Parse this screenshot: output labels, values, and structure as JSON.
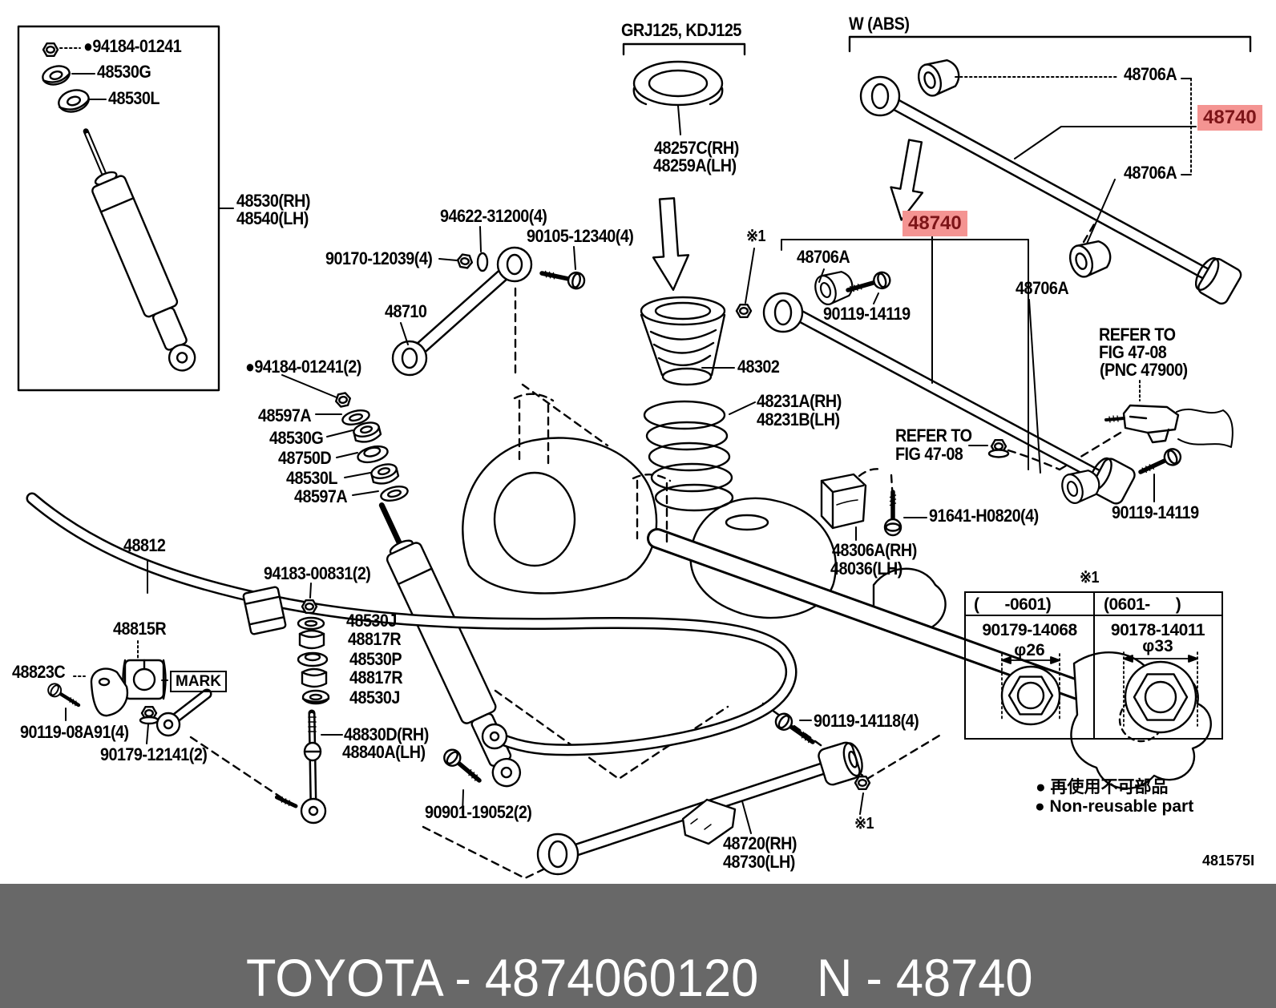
{
  "colors": {
    "highlight_bg": "#f49492",
    "highlight_fg": "#7d1518",
    "footer_bg": "#686868",
    "footer_fg": "#ffffff",
    "line": "#000000"
  },
  "footer": {
    "brand_part": "TOYOTA - 4874060120",
    "catalog_part": "N - 48740"
  },
  "diagram_code": "481575I",
  "legend": {
    "jp": "● 再使用不可部品",
    "en": "● Non-reusable part"
  },
  "callouts": {
    "inset_nut": "●94184-01241",
    "inset_cushion_1": "48530G",
    "inset_cushion_2": "48530L",
    "shock_rh": "48530(RH)",
    "shock_lh": "48540(LH)",
    "variant": "GRJ125, KDJ125",
    "seat_rh": "48257C(RH)",
    "seat_lh": "48259A(LH)",
    "arm_washer": "94622-31200(4)",
    "arm_bolt": "90105-12340(4)",
    "arm_nut": "90170-12039(4)",
    "upper_arm": "48710",
    "mount_nut": "●94184-01241(2)",
    "mount_retainer_u": "48597A",
    "mount_cushion_u": "48530G",
    "mount_retainer_m": "48750D",
    "mount_cushion_l": "48530L",
    "mount_retainer_l": "48597A",
    "spring_bumper": "48302",
    "coil_rh": "48231A(RH)",
    "coil_lh": "48231B(LH)",
    "abs": "W (ABS)",
    "bush_a": "48706A",
    "bush_b": "48706A",
    "bush_c": "48706A",
    "bush_d": "48706A",
    "rod_hl_a": "48740",
    "rod_hl_b": "48740",
    "bolt_14119_a": "90119-14119",
    "bolt_14119_b": "90119-14119",
    "refer_a1": "REFER TO",
    "refer_a2": "FIG 47-08",
    "refer_a3": "(PNC 47900)",
    "refer_b1": "REFER TO",
    "refer_b2": "FIG 47-08",
    "bolt_91641": "91641-H0820(4)",
    "bracket_rh": "48306A(RH)",
    "bracket_lh": "48036(LH)",
    "stab_bar": "48812",
    "stab_bush": "48815R",
    "stab_bracket": "48823C",
    "mark": "MARK",
    "stab_bolt": "90119-08A91(4)",
    "stab_nut": "90179-12141(2)",
    "link_nut": "94183-00831(2)",
    "link_washer_u": "48530J",
    "link_cushion_u": "48817R",
    "link_retainer": "48530P",
    "link_cushion_l": "48817R",
    "link_washer_l": "48530J",
    "link_rh": "48830D(RH)",
    "link_lh": "48840A(LH)",
    "link_bolt": "90901-19052(2)",
    "arm2_bolt": "90119-14118(4)",
    "lower_rh": "48720(RH)",
    "lower_lh": "48730(LH)",
    "note_top": "※1",
    "note_bottom": "※1"
  },
  "table": {
    "note": "※1",
    "cols": [
      {
        "range": "(      -0601)",
        "part": "90179-14068",
        "dia": "φ26"
      },
      {
        "range": "(0601-      )",
        "part": "90178-14011",
        "dia": "φ33"
      }
    ]
  }
}
